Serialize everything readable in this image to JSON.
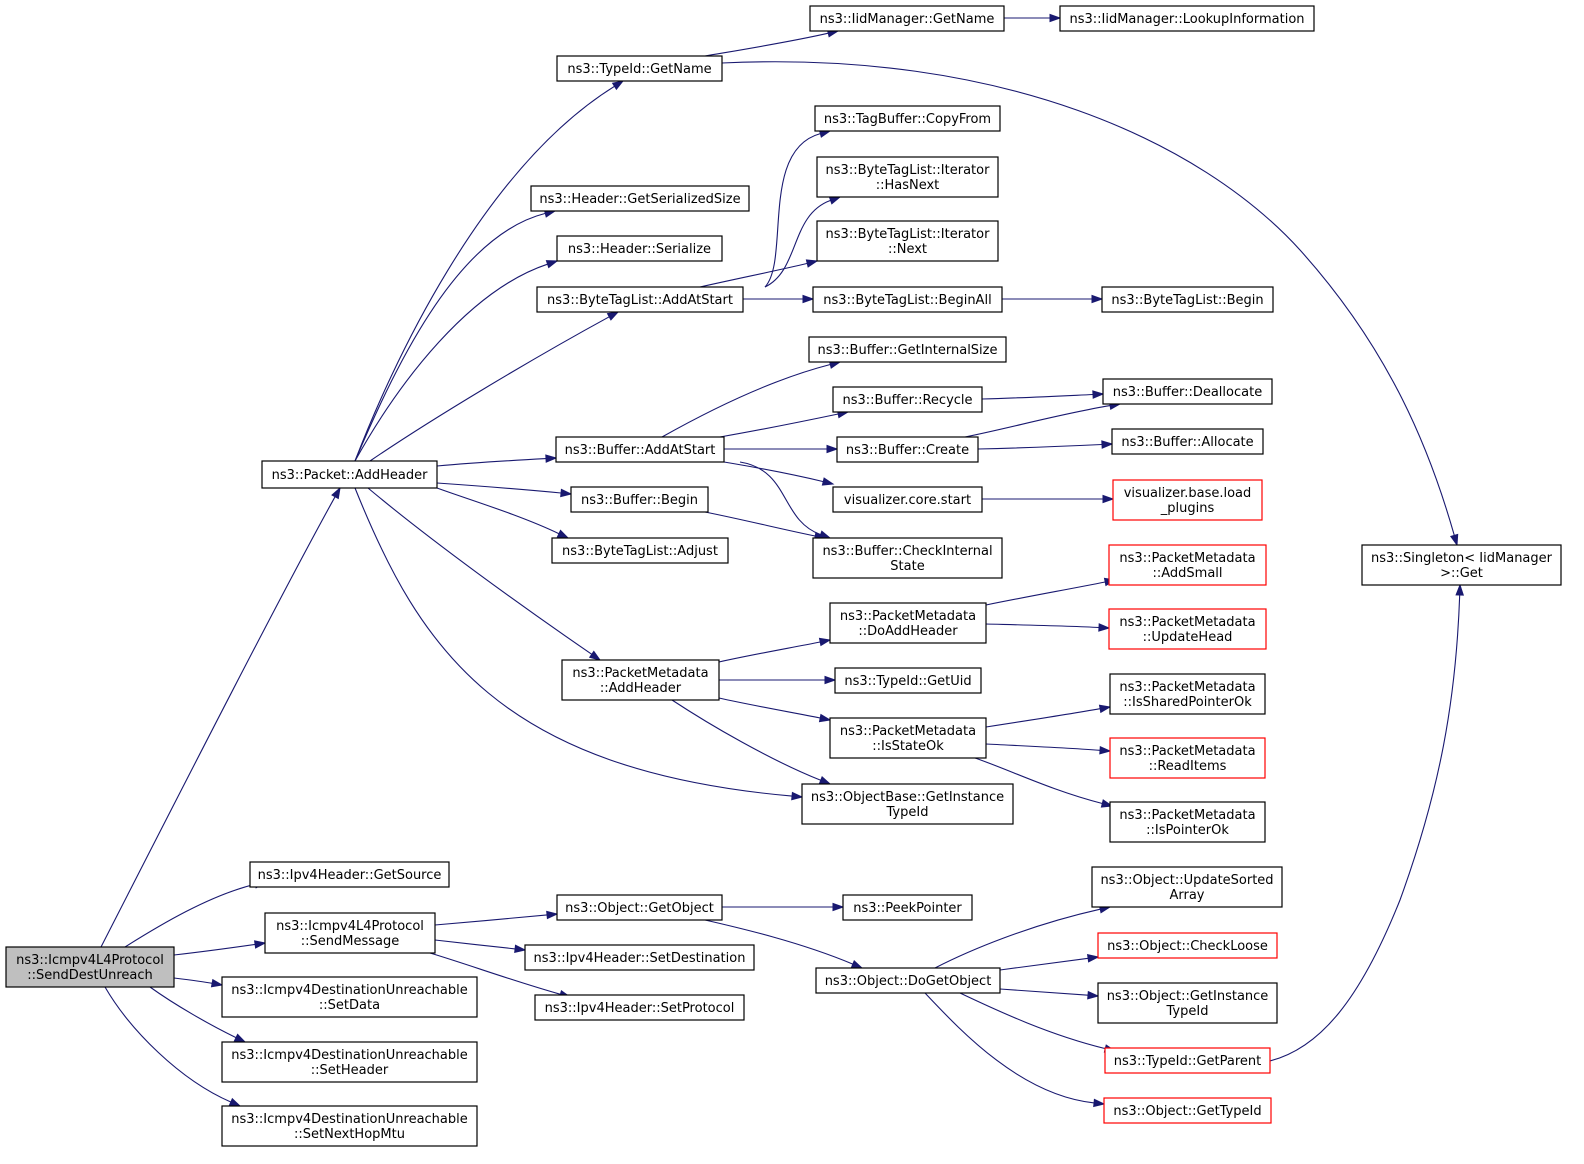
{
  "colors": {
    "edge": "#191970",
    "node_border": "#000000",
    "node_border_truncated": "#ff0000",
    "node_fill": "#ffffff",
    "root_fill": "#bfbfbf"
  },
  "graph": {
    "nodes": [
      {
        "id": "root",
        "lines": [
          "ns3::Icmpv4L4Protocol",
          "::SendDestUnreach"
        ],
        "root": true
      },
      {
        "id": "addHeader",
        "lines": [
          "ns3::Packet::AddHeader"
        ]
      },
      {
        "id": "getSource",
        "lines": [
          "ns3::Ipv4Header::GetSource"
        ]
      },
      {
        "id": "sendMessage",
        "lines": [
          "ns3::Icmpv4L4Protocol",
          "::SendMessage"
        ]
      },
      {
        "id": "setData",
        "lines": [
          "ns3::Icmpv4DestinationUnreachable",
          "::SetData"
        ]
      },
      {
        "id": "setHeader",
        "lines": [
          "ns3::Icmpv4DestinationUnreachable",
          "::SetHeader"
        ]
      },
      {
        "id": "setNextHopMtu",
        "lines": [
          "ns3::Icmpv4DestinationUnreachable",
          "::SetNextHopMtu"
        ]
      },
      {
        "id": "typeIdGetName",
        "lines": [
          "ns3::TypeId::GetName"
        ]
      },
      {
        "id": "headerGetSerializedSize",
        "lines": [
          "ns3::Header::GetSerializedSize"
        ]
      },
      {
        "id": "headerSerialize",
        "lines": [
          "ns3::Header::Serialize"
        ]
      },
      {
        "id": "btlAddAtStart",
        "lines": [
          "ns3::ByteTagList::AddAtStart"
        ]
      },
      {
        "id": "bufAddAtStart",
        "lines": [
          "ns3::Buffer::AddAtStart"
        ]
      },
      {
        "id": "bufBegin",
        "lines": [
          "ns3::Buffer::Begin"
        ]
      },
      {
        "id": "btlAdjust",
        "lines": [
          "ns3::ByteTagList::Adjust"
        ]
      },
      {
        "id": "pmAddHeader",
        "lines": [
          "ns3::PacketMetadata",
          "::AddHeader"
        ]
      },
      {
        "id": "iidGetName",
        "lines": [
          "ns3::IidManager::GetName"
        ]
      },
      {
        "id": "iidLookup",
        "lines": [
          "ns3::IidManager::LookupInformation"
        ]
      },
      {
        "id": "tagCopyFrom",
        "lines": [
          "ns3::TagBuffer::CopyFrom"
        ]
      },
      {
        "id": "itHasNext",
        "lines": [
          "ns3::ByteTagList::Iterator",
          "::HasNext"
        ]
      },
      {
        "id": "itNext",
        "lines": [
          "ns3::ByteTagList::Iterator",
          "::Next"
        ]
      },
      {
        "id": "btlBeginAll",
        "lines": [
          "ns3::ByteTagList::BeginAll"
        ]
      },
      {
        "id": "btlBegin",
        "lines": [
          "ns3::ByteTagList::Begin"
        ]
      },
      {
        "id": "bufGetInternalSize",
        "lines": [
          "ns3::Buffer::GetInternalSize"
        ]
      },
      {
        "id": "bufRecycle",
        "lines": [
          "ns3::Buffer::Recycle"
        ]
      },
      {
        "id": "bufDeallocate",
        "lines": [
          "ns3::Buffer::Deallocate"
        ]
      },
      {
        "id": "bufCreate",
        "lines": [
          "ns3::Buffer::Create"
        ]
      },
      {
        "id": "bufAllocate",
        "lines": [
          "ns3::Buffer::Allocate"
        ]
      },
      {
        "id": "vizStart",
        "lines": [
          "visualizer.core.start"
        ]
      },
      {
        "id": "vizLoad",
        "lines": [
          "visualizer.base.load",
          "_plugins"
        ],
        "truncated": true
      },
      {
        "id": "bufCheckInternal",
        "lines": [
          "ns3::Buffer::CheckInternal",
          "State"
        ]
      },
      {
        "id": "pmDoAddHeader",
        "lines": [
          "ns3::PacketMetadata",
          "::DoAddHeader"
        ]
      },
      {
        "id": "pmAddSmall",
        "lines": [
          "ns3::PacketMetadata",
          "::AddSmall"
        ],
        "truncated": true
      },
      {
        "id": "pmUpdateHead",
        "lines": [
          "ns3::PacketMetadata",
          "::UpdateHead"
        ],
        "truncated": true
      },
      {
        "id": "typeIdGetUid",
        "lines": [
          "ns3::TypeId::GetUid"
        ]
      },
      {
        "id": "pmIsStateOk",
        "lines": [
          "ns3::PacketMetadata",
          "::IsStateOk"
        ]
      },
      {
        "id": "pmIsSharedPointerOk",
        "lines": [
          "ns3::PacketMetadata",
          "::IsSharedPointerOk"
        ]
      },
      {
        "id": "pmReadItems",
        "lines": [
          "ns3::PacketMetadata",
          "::ReadItems"
        ],
        "truncated": true
      },
      {
        "id": "pmIsPointerOk",
        "lines": [
          "ns3::PacketMetadata",
          "::IsPointerOk"
        ]
      },
      {
        "id": "obGetInstanceTypeId",
        "lines": [
          "ns3::ObjectBase::GetInstance",
          "TypeId"
        ]
      },
      {
        "id": "singletonGet",
        "lines": [
          "ns3::Singleton< IidManager",
          " >::Get"
        ]
      },
      {
        "id": "objGetObject",
        "lines": [
          "ns3::Object::GetObject"
        ]
      },
      {
        "id": "peekPointer",
        "lines": [
          "ns3::PeekPointer"
        ]
      },
      {
        "id": "setDestination",
        "lines": [
          "ns3::Ipv4Header::SetDestination"
        ]
      },
      {
        "id": "setProtocol",
        "lines": [
          "ns3::Ipv4Header::SetProtocol"
        ]
      },
      {
        "id": "objDoGetObject",
        "lines": [
          "ns3::Object::DoGetObject"
        ]
      },
      {
        "id": "objUpdateSorted",
        "lines": [
          "ns3::Object::UpdateSorted",
          "Array"
        ]
      },
      {
        "id": "objCheckLoose",
        "lines": [
          "ns3::Object::CheckLoose"
        ],
        "truncated": true
      },
      {
        "id": "objGetInstanceTypeId",
        "lines": [
          "ns3::Object::GetInstance",
          "TypeId"
        ]
      },
      {
        "id": "typeIdGetParent",
        "lines": [
          "ns3::TypeId::GetParent"
        ],
        "truncated": true
      },
      {
        "id": "objGetTypeId",
        "lines": [
          "ns3::Object::GetTypeId"
        ],
        "truncated": true
      }
    ],
    "edges": [
      {
        "from": "root",
        "to": "addHeader"
      },
      {
        "from": "root",
        "to": "getSource"
      },
      {
        "from": "root",
        "to": "sendMessage"
      },
      {
        "from": "root",
        "to": "setData"
      },
      {
        "from": "root",
        "to": "setHeader"
      },
      {
        "from": "root",
        "to": "setNextHopMtu"
      },
      {
        "from": "addHeader",
        "to": "typeIdGetName"
      },
      {
        "from": "addHeader",
        "to": "headerGetSerializedSize"
      },
      {
        "from": "addHeader",
        "to": "headerSerialize"
      },
      {
        "from": "addHeader",
        "to": "btlAddAtStart"
      },
      {
        "from": "addHeader",
        "to": "bufAddAtStart"
      },
      {
        "from": "addHeader",
        "to": "bufBegin"
      },
      {
        "from": "addHeader",
        "to": "btlAdjust"
      },
      {
        "from": "addHeader",
        "to": "pmAddHeader"
      },
      {
        "from": "addHeader",
        "to": "obGetInstanceTypeId"
      },
      {
        "from": "typeIdGetName",
        "to": "iidGetName"
      },
      {
        "from": "typeIdGetName",
        "to": "singletonGet"
      },
      {
        "from": "iidGetName",
        "to": "iidLookup"
      },
      {
        "from": "btlAddAtStart",
        "to": "tagCopyFrom"
      },
      {
        "from": "btlAddAtStart",
        "to": "itHasNext"
      },
      {
        "from": "btlAddAtStart",
        "to": "itNext"
      },
      {
        "from": "btlAddAtStart",
        "to": "btlBeginAll"
      },
      {
        "from": "btlBeginAll",
        "to": "btlBegin"
      },
      {
        "from": "bufAddAtStart",
        "to": "bufGetInternalSize"
      },
      {
        "from": "bufAddAtStart",
        "to": "bufRecycle"
      },
      {
        "from": "bufAddAtStart",
        "to": "bufCreate"
      },
      {
        "from": "bufAddAtStart",
        "to": "vizStart"
      },
      {
        "from": "bufAddAtStart",
        "to": "bufCheckInternal"
      },
      {
        "from": "bufRecycle",
        "to": "bufDeallocate"
      },
      {
        "from": "bufCreate",
        "to": "bufDeallocate"
      },
      {
        "from": "bufCreate",
        "to": "bufAllocate"
      },
      {
        "from": "vizStart",
        "to": "vizLoad"
      },
      {
        "from": "bufBegin",
        "to": "bufCheckInternal"
      },
      {
        "from": "pmAddHeader",
        "to": "pmDoAddHeader"
      },
      {
        "from": "pmAddHeader",
        "to": "typeIdGetUid"
      },
      {
        "from": "pmAddHeader",
        "to": "pmIsStateOk"
      },
      {
        "from": "pmAddHeader",
        "to": "obGetInstanceTypeId"
      },
      {
        "from": "pmDoAddHeader",
        "to": "pmAddSmall"
      },
      {
        "from": "pmDoAddHeader",
        "to": "pmUpdateHead"
      },
      {
        "from": "pmIsStateOk",
        "to": "pmIsSharedPointerOk"
      },
      {
        "from": "pmIsStateOk",
        "to": "pmReadItems"
      },
      {
        "from": "pmIsStateOk",
        "to": "pmIsPointerOk"
      },
      {
        "from": "sendMessage",
        "to": "objGetObject"
      },
      {
        "from": "sendMessage",
        "to": "setDestination"
      },
      {
        "from": "sendMessage",
        "to": "setProtocol"
      },
      {
        "from": "objGetObject",
        "to": "peekPointer"
      },
      {
        "from": "objGetObject",
        "to": "objDoGetObject"
      },
      {
        "from": "objDoGetObject",
        "to": "objUpdateSorted"
      },
      {
        "from": "objDoGetObject",
        "to": "objCheckLoose"
      },
      {
        "from": "objDoGetObject",
        "to": "objGetInstanceTypeId"
      },
      {
        "from": "objDoGetObject",
        "to": "typeIdGetParent"
      },
      {
        "from": "objDoGetObject",
        "to": "objGetTypeId"
      },
      {
        "from": "typeIdGetParent",
        "to": "singletonGet"
      }
    ]
  }
}
